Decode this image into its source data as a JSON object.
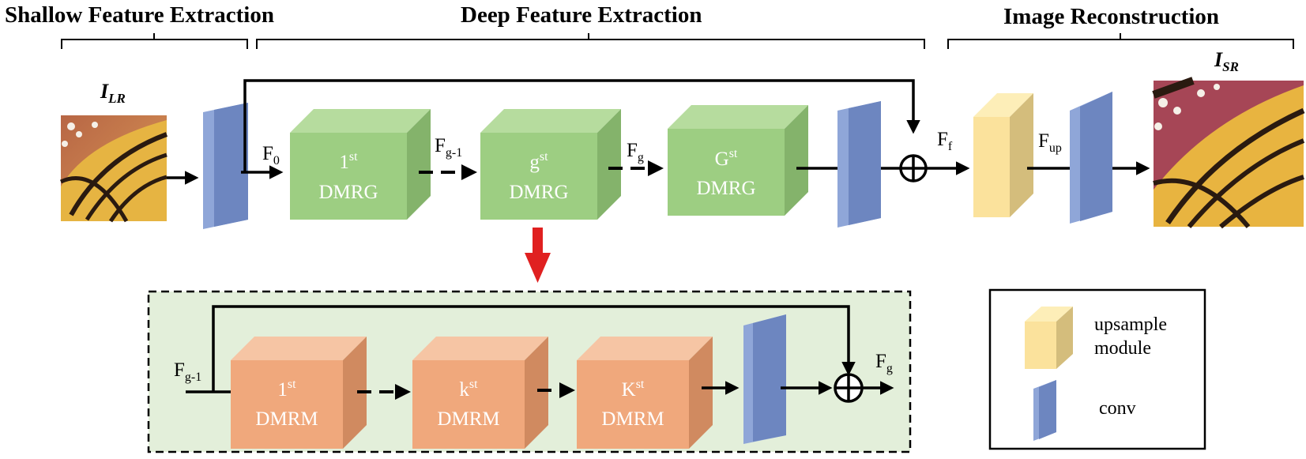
{
  "sections": {
    "shallow": "Shallow Feature Extraction",
    "deep": "Deep Feature Extraction",
    "recon": "Image Reconstruction"
  },
  "images": {
    "lr": {
      "main": "I",
      "sub": "LR"
    },
    "sr": {
      "main": "I",
      "sub": "SR"
    }
  },
  "dmrg_blocks": [
    {
      "sup_base": "1",
      "sup": "st",
      "name": "DMRG"
    },
    {
      "sup_base": "g",
      "sup": "st",
      "name": "DMRG"
    },
    {
      "sup_base": "G",
      "sup": "st",
      "name": "DMRG"
    }
  ],
  "dmrm_blocks": [
    {
      "sup_base": "1",
      "sup": "st",
      "name": "DMRM"
    },
    {
      "sup_base": "k",
      "sup": "st",
      "name": "DMRM"
    },
    {
      "sup_base": "K",
      "sup": "st",
      "name": "DMRM"
    }
  ],
  "signals": {
    "f0": {
      "base": "F",
      "sub": "0"
    },
    "fg1": {
      "base": "F",
      "sub": "g-1"
    },
    "fg": {
      "base": "F",
      "sub": "g"
    },
    "ff": {
      "base": "F",
      "sub": "f"
    },
    "fup": {
      "base": "F",
      "sub": "up"
    },
    "inner_in": {
      "base": "F",
      "sub": "g-1"
    },
    "inner_out": {
      "base": "F",
      "sub": "g"
    }
  },
  "legend": {
    "upsample_line1": "upsample",
    "upsample_line2": "module",
    "conv": "conv"
  },
  "colors": {
    "conv_front": "#8fa6d8",
    "conv_side": "#6d86c0",
    "dmrg_front": "#9dce82",
    "dmrg_top": "#b6dc9e",
    "dmrg_side": "#84b36b",
    "dmrm_front": "#f0a87c",
    "dmrm_top": "#f6c5a4",
    "dmrm_side": "#d08a60",
    "up_front": "#fbe29c",
    "up_side": "#d4bd7c",
    "inner_bg": "#e3efda",
    "red_arrow": "#e02020"
  }
}
